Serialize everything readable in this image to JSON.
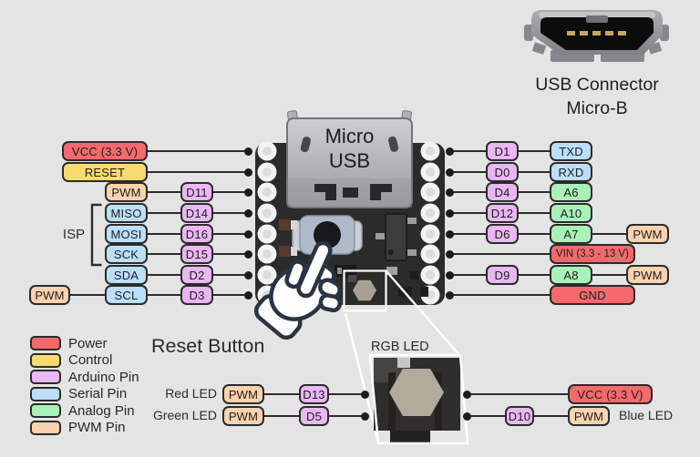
{
  "background_color": "#E4E4E4",
  "palette": {
    "power": "#F5696C",
    "control": "#F8DB6E",
    "arduino": "#E9B7F2",
    "serial": "#BCDFF9",
    "analog": "#A7F2B7",
    "pwm": "#FAD2AE",
    "wire": "#2B2B2B",
    "board": "#2B2B2B",
    "background": "#E4E4E4"
  },
  "usb_connector_callout": {
    "line1": "USB Connector",
    "line2": "Micro-B"
  },
  "board": {
    "usb_line1": "Micro",
    "usb_line2": "USB"
  },
  "isp_label": "ISP",
  "reset_button_label": "Reset Button",
  "rgb_led_label": "RGB LED",
  "legend": {
    "items": [
      {
        "label": "Power",
        "type": "power"
      },
      {
        "label": "Control",
        "type": "control"
      },
      {
        "label": "Arduino Pin",
        "type": "arduino"
      },
      {
        "label": "Serial Pin",
        "type": "serial"
      },
      {
        "label": "Analog Pin",
        "type": "analog"
      },
      {
        "label": "PWM Pin",
        "type": "pwm"
      }
    ]
  },
  "pinout": {
    "left_rows": [
      {
        "cells": [
          {
            "label": "VCC (3.3 V)",
            "type": "power"
          }
        ]
      },
      {
        "cells": [
          {
            "label": "RESET",
            "type": "control"
          }
        ]
      },
      {
        "cells": [
          {
            "label": "PWM",
            "type": "pwm"
          },
          {
            "label": "D11",
            "type": "arduino"
          }
        ]
      },
      {
        "cells": [
          {
            "label": "MISO",
            "type": "serial"
          },
          {
            "label": "D14",
            "type": "arduino"
          }
        ]
      },
      {
        "cells": [
          {
            "label": "MOSI",
            "type": "serial"
          },
          {
            "label": "D16",
            "type": "arduino"
          }
        ]
      },
      {
        "cells": [
          {
            "label": "SCK",
            "type": "serial"
          },
          {
            "label": "D15",
            "type": "arduino"
          }
        ]
      },
      {
        "cells": [
          {
            "label": "SDA",
            "type": "serial"
          },
          {
            "label": "D2",
            "type": "arduino"
          }
        ]
      },
      {
        "cells": [
          {
            "label": "PWM",
            "type": "pwm"
          },
          {
            "label": "SCL",
            "type": "serial"
          },
          {
            "label": "D3",
            "type": "arduino"
          }
        ]
      }
    ],
    "right_rows": [
      {
        "cells": [
          {
            "label": "D1",
            "type": "arduino"
          },
          {
            "label": "TXD",
            "type": "serial"
          }
        ]
      },
      {
        "cells": [
          {
            "label": "D0",
            "type": "arduino"
          },
          {
            "label": "RXD",
            "type": "serial"
          }
        ]
      },
      {
        "cells": [
          {
            "label": "D4",
            "type": "arduino"
          },
          {
            "label": "A6",
            "type": "analog"
          }
        ]
      },
      {
        "cells": [
          {
            "label": "D12",
            "type": "arduino"
          },
          {
            "label": "A10",
            "type": "analog"
          }
        ]
      },
      {
        "cells": [
          {
            "label": "D6",
            "type": "arduino"
          },
          {
            "label": "A7",
            "type": "analog"
          },
          {
            "label": "PWM",
            "type": "pwm"
          }
        ]
      },
      {
        "cells": [
          {
            "label": "VIN (3.3 - 13 V)",
            "type": "power"
          }
        ]
      },
      {
        "cells": [
          {
            "label": "D9",
            "type": "arduino"
          },
          {
            "label": "A8",
            "type": "analog"
          },
          {
            "label": "PWM",
            "type": "pwm"
          }
        ]
      },
      {
        "cells": [
          {
            "label": "GND",
            "type": "power"
          }
        ]
      }
    ],
    "bottom_left_rows": [
      {
        "lead_label": "Red LED",
        "cells": [
          {
            "label": "PWM",
            "type": "pwm"
          },
          {
            "label": "D13",
            "type": "arduino"
          }
        ]
      },
      {
        "lead_label": "Green LED",
        "cells": [
          {
            "label": "PWM",
            "type": "pwm"
          },
          {
            "label": "D5",
            "type": "arduino"
          }
        ]
      }
    ],
    "bottom_right_rows": [
      {
        "cells": [
          {
            "label": "VCC (3.3 V)",
            "type": "power"
          }
        ]
      },
      {
        "cells": [
          {
            "label": "D10",
            "type": "arduino"
          },
          {
            "label": "PWM",
            "type": "pwm"
          }
        ],
        "trail_label": "Blue LED"
      }
    ]
  }
}
